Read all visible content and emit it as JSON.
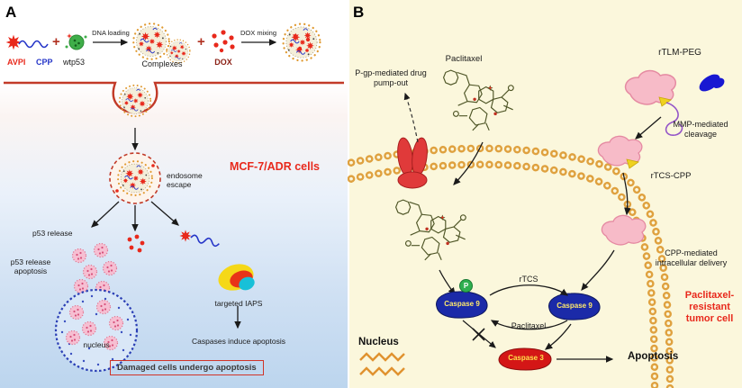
{
  "figure": {
    "panel_a": {
      "label": "A",
      "avpi": "AVPI",
      "cpp": "CPP",
      "wtp53": "wtp53",
      "plus": "+",
      "dna_loading": "DNA loading",
      "complexes": "Complexes",
      "dox": "DOX",
      "dox_mixing": "DOX mixing",
      "cell_line": "MCF-7/ADR cells",
      "endosome_escape": "endosome escape",
      "p53_release": "p53 release",
      "p53_release_apoptosis": "p53 release apoptosis",
      "targeted_iaps": "targeted IAPS",
      "nucleus": "nucleus",
      "caspases_induce_apoptosis": "Caspases induce apoptosis",
      "damaged_cells": "Damaged cells undergo apoptosis"
    },
    "panel_b": {
      "label": "B",
      "pgp_pump_out": "P-gp-mediated drug pump-out",
      "paclitaxel_top": "Paclitaxel",
      "rtlm_peg": "rTLM-PEG",
      "mmp_cleavage": "MMP-mediated cleavage",
      "rtcs_cpp": "rTCS-CPP",
      "cpp_delivery": "CPP-mediated intracellular delivery",
      "caspase9": "Caspase 9",
      "phospho": "P",
      "rtcs": "rTCS",
      "paclitaxel_cycle": "Paclitaxel",
      "caspase3": "Caspase 3",
      "apoptosis": "Apoptosis",
      "nucleus": "Nucleus",
      "resistant_cell": "Paclitaxel-resistant tumor cell"
    },
    "colors": {
      "accent_red": "#E8291C",
      "membrane_red": "#C23A28",
      "panel_b_bg": "#FBF7DC",
      "membrane_bead_orange": "#DFA13F",
      "caspase9_blue": "#1B2AA8",
      "caspase3_red": "#D41616",
      "p53_pink": "#F6BFD2",
      "phospho_green": "#2FAF4F",
      "cpp_blue": "#2535C8"
    }
  }
}
